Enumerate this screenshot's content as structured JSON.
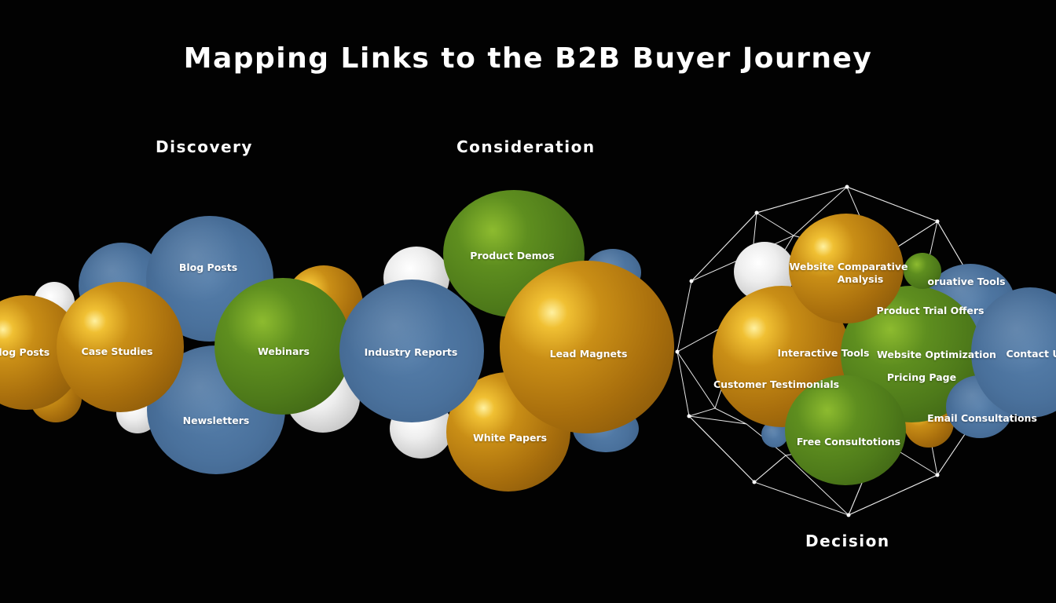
{
  "title": "Mapping Links to the B2B Buyer Journey",
  "stages": {
    "discovery": "Discovery",
    "consideration": "Consideration",
    "decision": "Decision"
  },
  "colors": {
    "background": "#020202",
    "blue": "#4a719c",
    "gold": "#c98e16",
    "green": "#5e8e1f",
    "white": "#eeeeee",
    "network_line": "#ffffff"
  },
  "discovery": {
    "blog_posts_partial": "Blog Posts",
    "case_studies": "Case Studies",
    "blog_posts": "Blog Posts",
    "webinars": "Webinars",
    "newsletters": "Newsletters"
  },
  "consideration": {
    "product_demos": "Product Demos",
    "industry_reports": "Industry Reports",
    "lead_magnets": "Lead Magnets",
    "white_papers": "White Papers"
  },
  "decision": {
    "website_comparative_analysis_line1": "Website Comparative",
    "website_comparative_analysis_line2": "Analysis",
    "comparative_tools_partial": "oruative Tools",
    "product_trial_offers": "Product Trial Offers",
    "interactive_tools": "Interactive Tools",
    "website_optimization": "Website Optimization",
    "contact_partial": "Contact U",
    "customer_testimonials": "Customer Testimonials",
    "pricing_page": "Pricing Page",
    "email_consultations": "Email Consultations",
    "free_consultations": "Free Consultotions"
  }
}
